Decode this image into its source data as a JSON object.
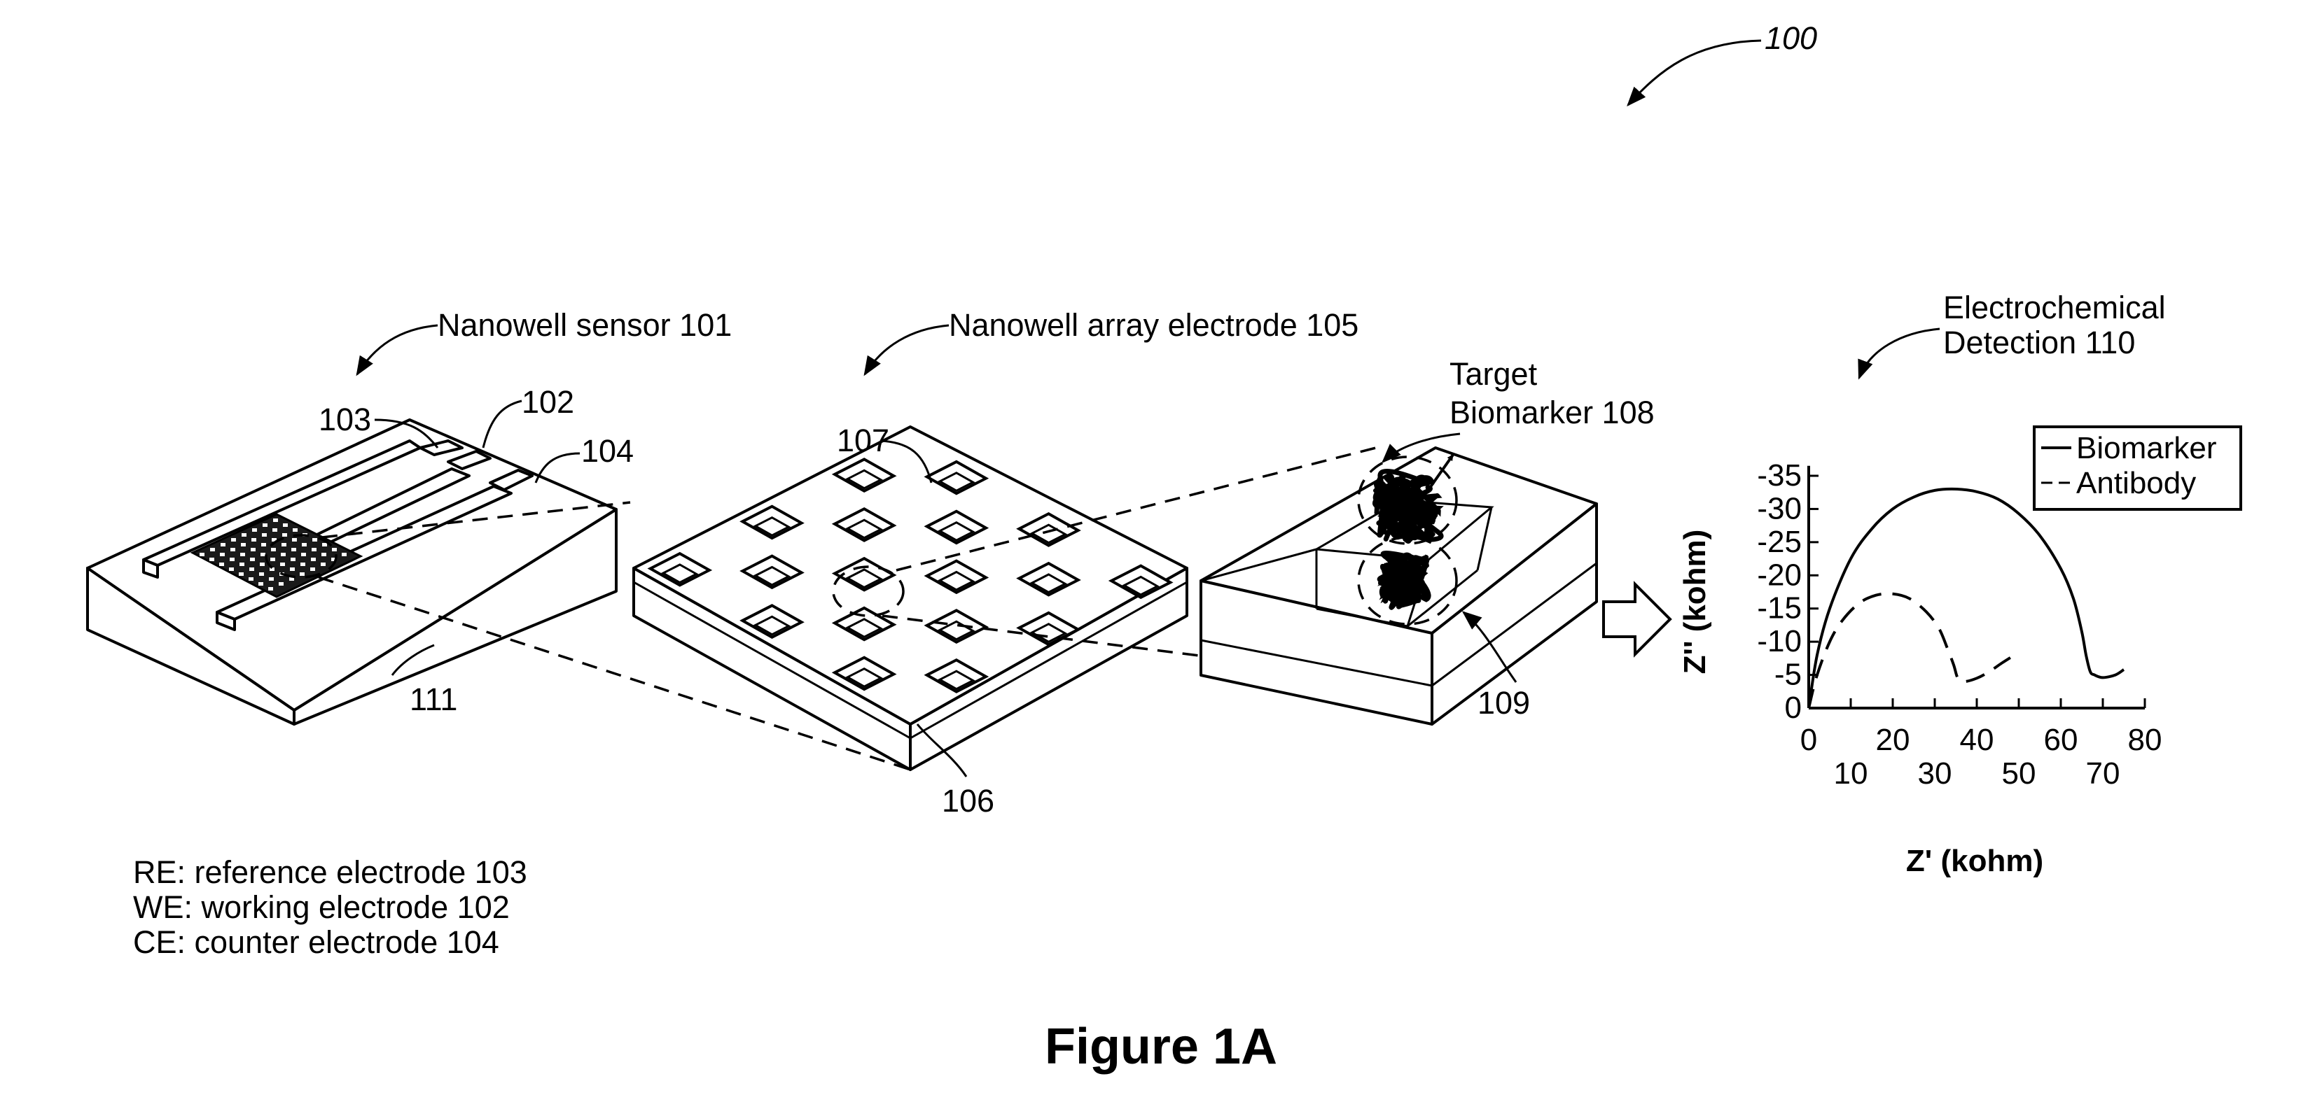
{
  "figure": {
    "ref_main": "100",
    "caption": "Figure 1A"
  },
  "sensor": {
    "title": "Nanowell sensor 101",
    "ref_103": "103",
    "ref_102": "102",
    "ref_104": "104",
    "ref_111": "111"
  },
  "array": {
    "title": "Nanowell array electrode 105",
    "ref_107": "107",
    "ref_106": "106"
  },
  "well": {
    "title_line1": "Target",
    "title_line2": "Biomarker 108",
    "ref_109": "109"
  },
  "legend_text": {
    "re": "RE: reference electrode 103",
    "we": "WE: working electrode 102",
    "ce": "CE: counter electrode 104"
  },
  "detection": {
    "title_line1": "Electrochemical",
    "title_line2": "Detection 110"
  },
  "chart_data": {
    "type": "line",
    "xlabel": "Z' (kohm)",
    "ylabel": "Z'' (kohm)",
    "xlim": [
      0,
      80
    ],
    "ylim": [
      0,
      -35
    ],
    "x_ticks": [
      0,
      10,
      20,
      30,
      40,
      50,
      60,
      70,
      80
    ],
    "y_ticks": [
      0,
      -5,
      -10,
      -15,
      -20,
      -25,
      -30,
      -35
    ],
    "legend_position": "top-right",
    "series": [
      {
        "name": "Biomarker",
        "style": "solid",
        "x": [
          0,
          2,
          5,
          10,
          15,
          20,
          25,
          30,
          35,
          40,
          45,
          50,
          55,
          60,
          63,
          65,
          66,
          67,
          68,
          70,
          73,
          75
        ],
        "y": [
          0,
          -8,
          -15,
          -22.5,
          -27,
          -30,
          -31.8,
          -32.8,
          -33,
          -32.6,
          -31.5,
          -29.3,
          -26,
          -21,
          -16.5,
          -11.5,
          -8,
          -5.5,
          -5,
          -4.6,
          -5,
          -5.8
        ]
      },
      {
        "name": "Antibody",
        "style": "dashed",
        "x": [
          0,
          2,
          5,
          8,
          12,
          16,
          20,
          24,
          28,
          31,
          33,
          34.5,
          35.5,
          37,
          40,
          43,
          46,
          49
        ],
        "y": [
          0,
          -5,
          -10,
          -13.2,
          -15.8,
          -17,
          -17.2,
          -16.5,
          -14.5,
          -12,
          -9,
          -6.5,
          -4.5,
          -4,
          -4.5,
          -5.5,
          -6.8,
          -8
        ]
      }
    ]
  }
}
